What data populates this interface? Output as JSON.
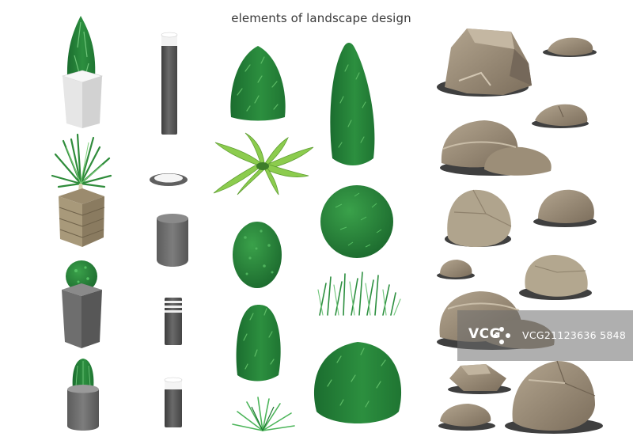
{
  "title": "elements of landscape design",
  "watermark": {
    "brand": "VCG",
    "image_id": "VCG21123636 5848"
  },
  "colors": {
    "leaf_dark": "#1b6d2f",
    "leaf_mid": "#2c8f3f",
    "leaf_light": "#4cb55a",
    "palm_light": "#8ccc4e",
    "stone": "#8f806c",
    "stone_light": "#b3a58f",
    "pot_white": "#eeeeee",
    "pot_gray": "#707070",
    "lamp": "#5a5a5a"
  },
  "elements": {
    "planters": [
      "cypress-white-planter",
      "yucca-wooden-planter",
      "topiary-ball-gray-planter",
      "cactus-round-planter"
    ],
    "lamps": [
      "bollard-lamp-tall",
      "ground-light-ring",
      "bollard-cylinder",
      "bollard-louvered",
      "bollard-short"
    ],
    "plants": [
      "shrub-cone",
      "palm-top",
      "oval-bush",
      "tall-shrub",
      "grass-tuft",
      "cypress-tall",
      "ball-tree",
      "grass-field",
      "big-round-bush"
    ],
    "stones": [
      "boulder-large",
      "pebble-flat-1",
      "pebble-flat-2",
      "rock-pair",
      "rock-round",
      "rock-flat",
      "pebble-small",
      "rock-rounded",
      "rock-heap",
      "rock-chunk",
      "rock-small-bottom",
      "boulder-bottom-right"
    ]
  }
}
